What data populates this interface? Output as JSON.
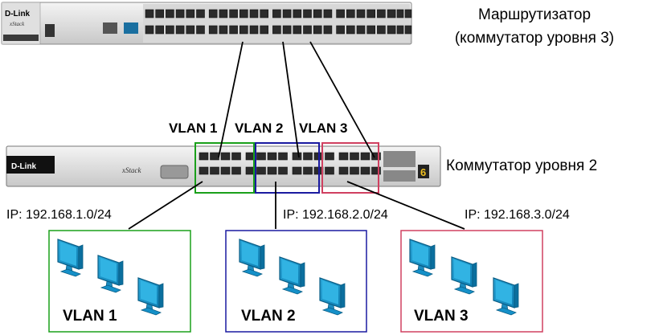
{
  "router": {
    "brand": "D-Link",
    "series": "xStack",
    "label_line1": "Маршрутизатор",
    "label_line2": "(коммутатор уровня 3)"
  },
  "switch": {
    "brand": "D-Link",
    "series": "xStack",
    "label": "Коммутатор уровня 2",
    "port_digit": "6"
  },
  "vlans": [
    {
      "name": "VLAN 1",
      "ip": "IP: 192.168.1.0/24",
      "color": "#1aa01a"
    },
    {
      "name": "VLAN 2",
      "ip": "IP: 192.168.2.0/24",
      "color": "#1a1aa0"
    },
    {
      "name": "VLAN 3",
      "ip": "IP: 192.168.3.0/24",
      "color": "#d04060"
    }
  ],
  "icons": [
    "router-icon",
    "switch-icon",
    "monitor-icon"
  ]
}
